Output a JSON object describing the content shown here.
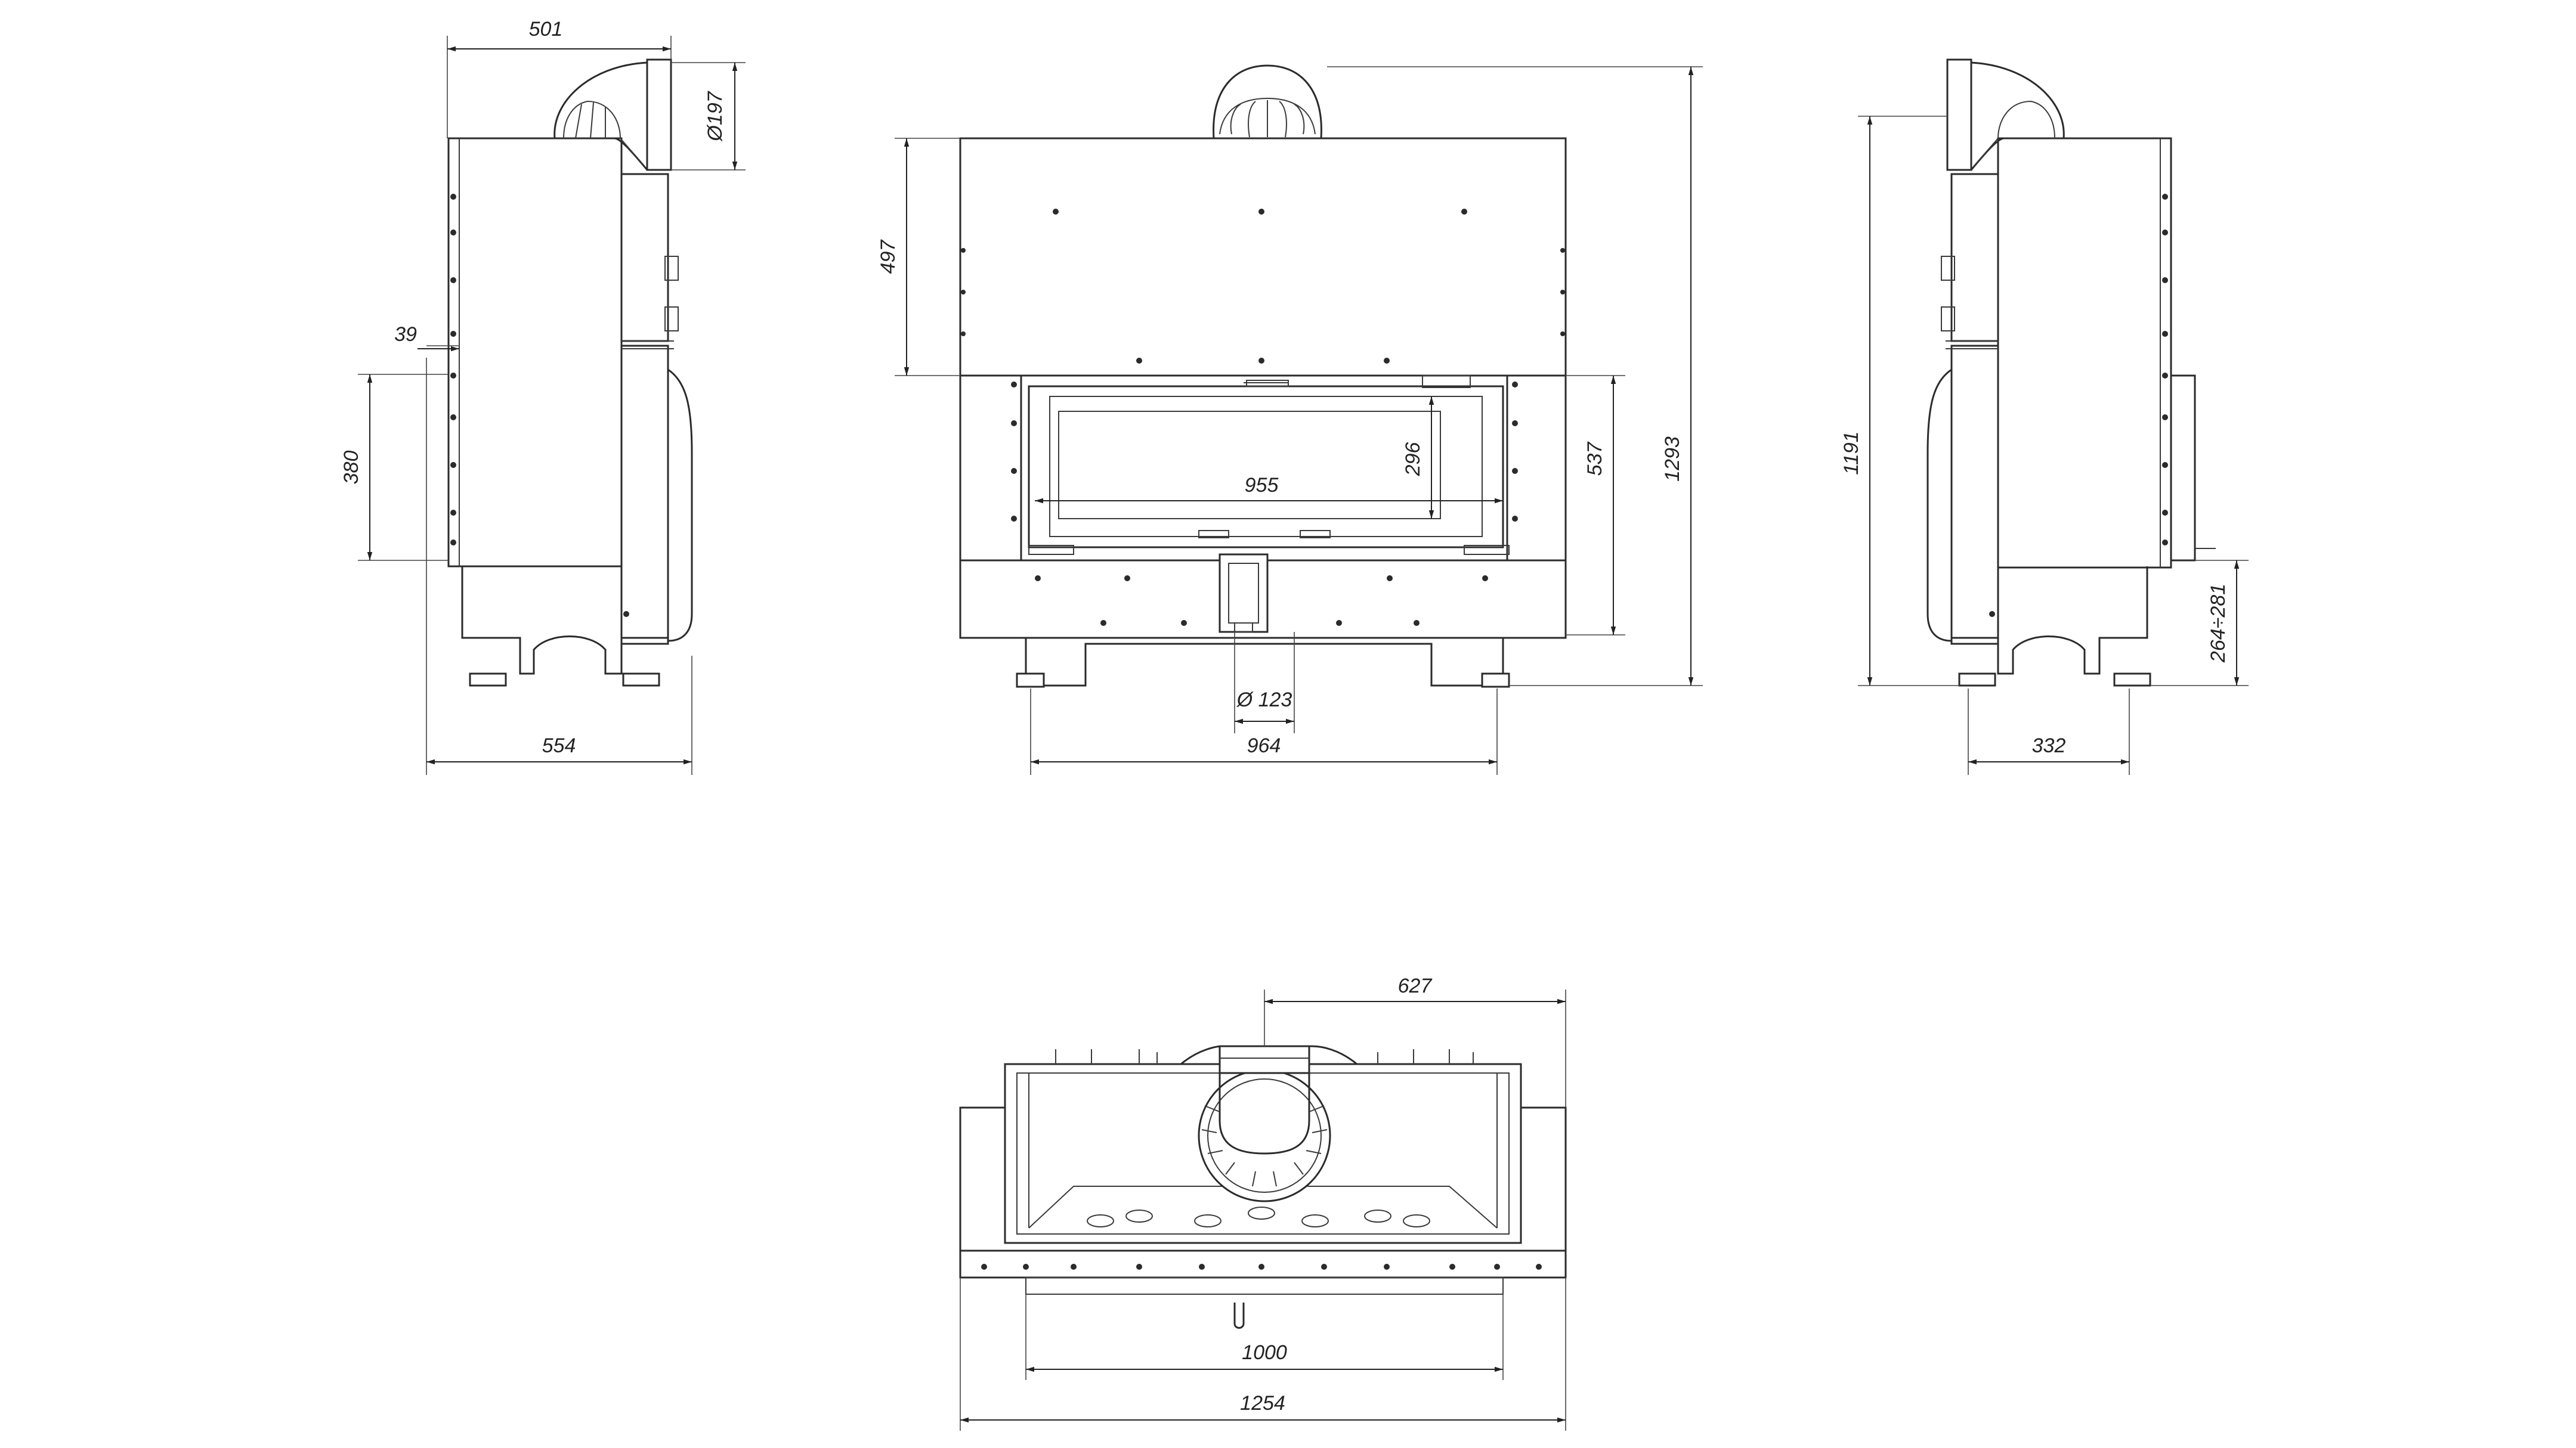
{
  "drawing": {
    "side_view_left": {
      "depth": "554",
      "top_depth": "501",
      "flue_diameter": "Ø197",
      "offset": "39",
      "height_lower": "380"
    },
    "front_view": {
      "top_height": "497",
      "window_width": "955",
      "window_height": "296",
      "door_height": "537",
      "total_height": "1293",
      "air_inlet_diameter": "Ø 123",
      "width": "964"
    },
    "side_view_right": {
      "height": "1191",
      "adjust_range": "264÷281",
      "foot_spacing": "332"
    },
    "top_view": {
      "flue_offset": "627",
      "inner_width": "1000",
      "total_width": "1254"
    }
  }
}
